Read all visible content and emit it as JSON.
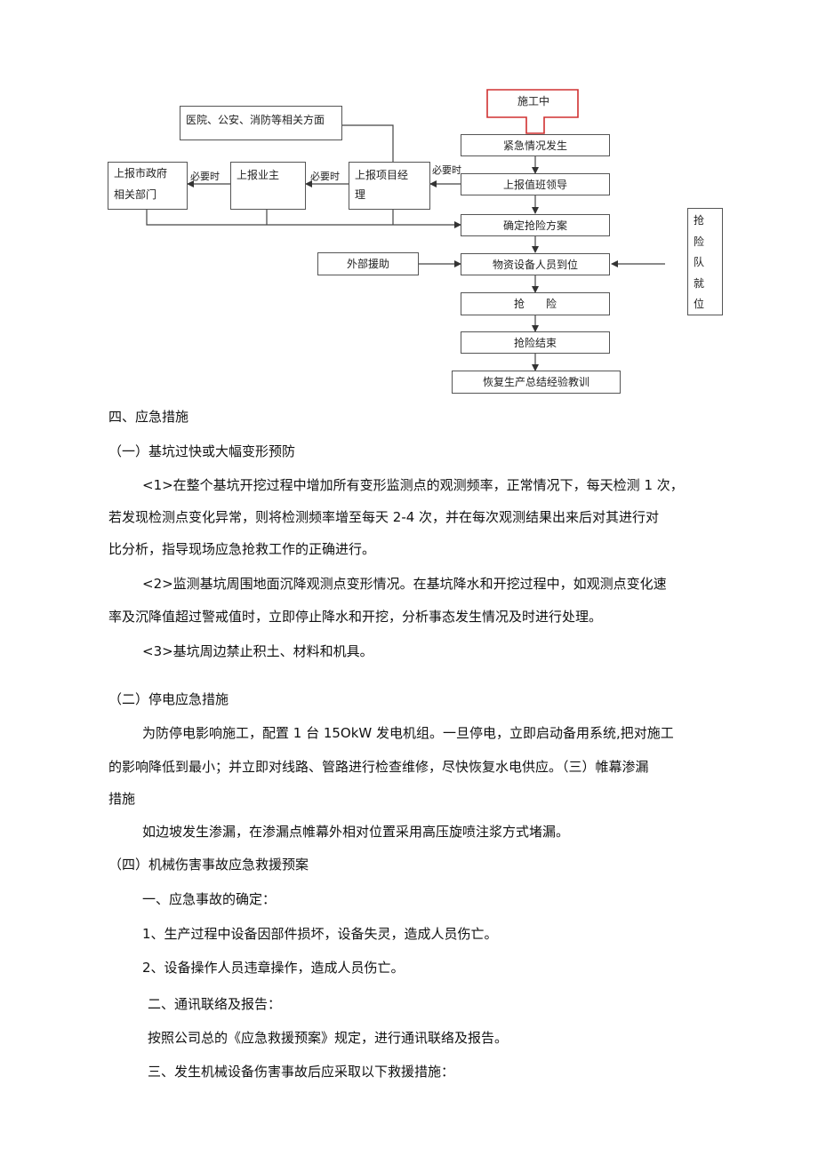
{
  "flowchart": {
    "under_construction": "施工中",
    "emergency_occurs": "紧急情况发生",
    "report_duty_leader": "上报值班领导",
    "determine_plan": "确定抢险方案",
    "materials_in_place": "物资设备人员到位",
    "rescue": "抢　　险",
    "rescue_end": "抢险结束",
    "resume_production": "恢复生产总结经验教训",
    "hospital_police_fire": "医院、公安、消防等相关方面",
    "report_pm_line1": "上报项目经",
    "report_pm_line2": "理",
    "report_owner": "上报业主",
    "report_gov_line1": "上报市政府",
    "report_gov_line2": "相关部门",
    "external_aid": "外部援助",
    "rescue_team": [
      "抢",
      "险",
      "队",
      "就",
      "位"
    ],
    "when_necessary": "必要时"
  },
  "document": {
    "lines": [
      "四、应急措施",
      "（一）基坑过快或大幅变形预防",
      "<1>在整个基坑开挖过程中增加所有变形监测点的观测频率，正常情况下，每天检测 1 次，",
      "若发现检测点变化异常，则将检测频率增至每天 2-4 次，并在每次观测结果出来后对其进行对",
      "比分析，指导现场应急抢救工作的正确进行。",
      "<2>监测基坑周围地面沉降观测点变形情况。在基坑降水和开挖过程中，如观测点变化速",
      "率及沉降值超过警戒值时，立即停止降水和开挖，分析事态发生情况及时进行处理。",
      "<3>基坑周边禁止积土、材料和机具。",
      "（二）停电应急措施",
      "为防停电影响施工，配置 1 台 15OkW 发电机组。一旦停电，立即启动备用系统,把对施工",
      "的影响降低到最小；并立即对线路、管路进行检查维修，尽快恢复水电供应。（三）帷幕渗漏",
      "措施",
      "如边坡发生渗漏，在渗漏点帷幕外相对位置采用高压旋喷注浆方式堵漏。",
      "（四）机械伤害事故应急救援预案",
      "一、应急事故的确定：",
      "1、生产过程中设备因部件损坏，设备失灵，造成人员伤亡。",
      "2、设备操作人员违章操作，造成人员伤亡。",
      "二、通讯联络及报告：",
      "按照公司总的《应急救援预案》规定，进行通讯联络及报告。",
      "三、发生机械设备伤害事故后应采取以下救援措施："
    ]
  }
}
